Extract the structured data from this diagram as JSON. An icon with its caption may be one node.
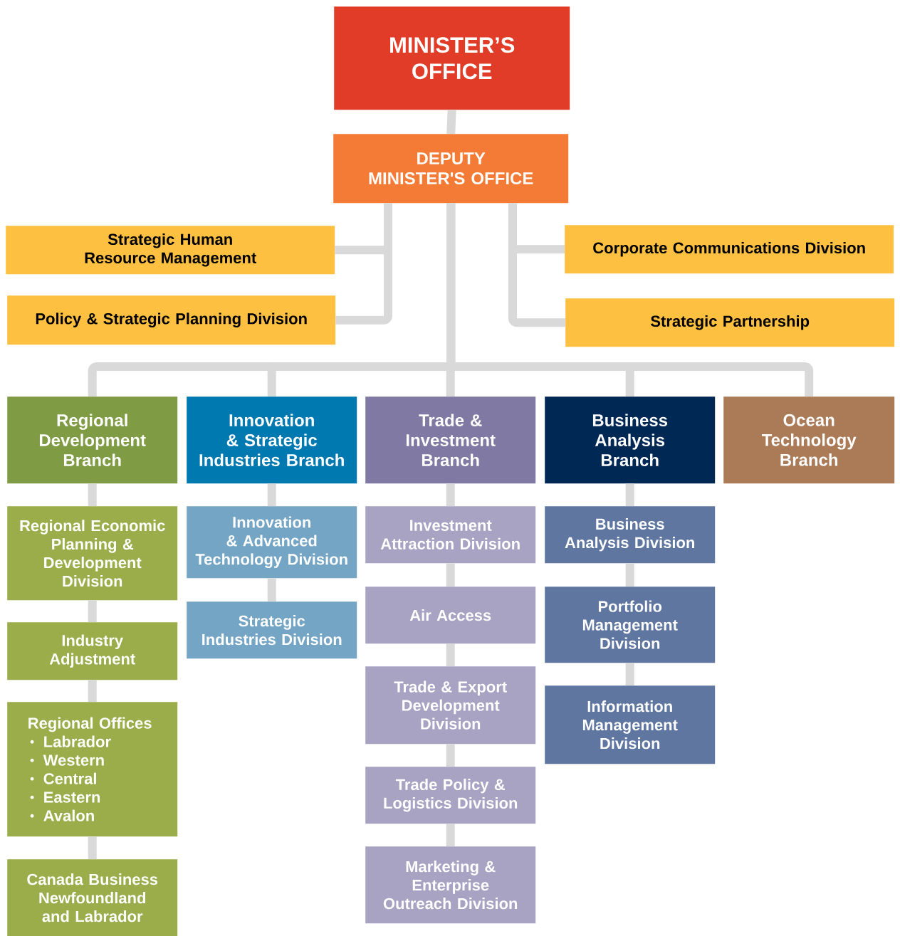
{
  "diagram": {
    "nodes": [
      {
        "text": [
          "MINISTER’S OFFICE"
        ]
      },
      {
        "text": [
          "DEPUTY MINISTER'S OFFICE"
        ]
      },
      {
        "text": [
          "Strategic Human Resource Management"
        ]
      },
      {
        "text": [
          "Policy & Strategic Planning Division"
        ]
      },
      {
        "text": [
          "Corporate Communications Division"
        ]
      },
      {
        "text": [
          "Strategic Partnership"
        ]
      },
      {
        "text": [
          "Regional Development Branch"
        ]
      },
      {
        "text": [
          "Innovation & Strategic Industries Branch"
        ]
      },
      {
        "text": [
          "Trade & Investment Branch"
        ]
      },
      {
        "text": [
          "Business Analysis Branch"
        ]
      },
      {
        "text": [
          "Ocean Technology Branch"
        ]
      },
      {
        "text": [
          "Regional Economic Planning & Development Division"
        ]
      },
      {
        "text": [
          "Industry Adjustment"
        ]
      },
      {
        "text": [
          "Regional Offices",
          "Labrador",
          "Western",
          "Central",
          "Eastern",
          "Avalon"
        ]
      },
      {
        "text": [
          "Canada Business Newfoundland and Labrador"
        ]
      },
      {
        "text": [
          "Innovation & Advanced Technology Division"
        ]
      },
      {
        "text": [
          "Strategic Industries Division"
        ]
      },
      {
        "text": [
          "Investment Attraction Division"
        ]
      },
      {
        "text": [
          "Air Access"
        ]
      },
      {
        "text": [
          "Trade & Export Development Division"
        ]
      },
      {
        "text": [
          "Trade Policy & Logistics Division"
        ]
      },
      {
        "text": [
          "Marketing & Enterprise Outreach Division"
        ]
      },
      {
        "text": [
          "Business Analysis Division"
        ]
      },
      {
        "text": [
          "Portfolio Management Division"
        ]
      },
      {
        "text": [
          "Information Management Division"
        ]
      }
    ],
    "edges": [
      {
        "from": 0,
        "to": 1,
        "arrow": "none"
      },
      {
        "from": 1,
        "to": 2,
        "arrow": "none"
      },
      {
        "from": 1,
        "to": 3,
        "arrow": "none"
      },
      {
        "from": 1,
        "to": 4,
        "arrow": "none"
      },
      {
        "from": 1,
        "to": 5,
        "arrow": "none"
      },
      {
        "from": 1,
        "to": 6,
        "arrow": "none"
      },
      {
        "from": 1,
        "to": 7,
        "arrow": "none"
      },
      {
        "from": 1,
        "to": 8,
        "arrow": "none"
      },
      {
        "from": 1,
        "to": 9,
        "arrow": "none"
      },
      {
        "from": 1,
        "to": 10,
        "arrow": "none"
      },
      {
        "from": 6,
        "to": 11,
        "arrow": "none"
      },
      {
        "from": 11,
        "to": 12,
        "arrow": "none"
      },
      {
        "from": 12,
        "to": 13,
        "arrow": "none"
      },
      {
        "from": 13,
        "to": 14,
        "arrow": "none"
      },
      {
        "from": 7,
        "to": 15,
        "arrow": "none"
      },
      {
        "from": 15,
        "to": 16,
        "arrow": "none"
      },
      {
        "from": 8,
        "to": 17,
        "arrow": "none"
      },
      {
        "from": 17,
        "to": 18,
        "arrow": "none"
      },
      {
        "from": 18,
        "to": 19,
        "arrow": "none"
      },
      {
        "from": 19,
        "to": 20,
        "arrow": "none"
      },
      {
        "from": 20,
        "to": 21,
        "arrow": "none"
      },
      {
        "from": 9,
        "to": 22,
        "arrow": "none"
      },
      {
        "from": 22,
        "to": 23,
        "arrow": "none"
      },
      {
        "from": 23,
        "to": 24,
        "arrow": "none"
      }
    ]
  }
}
